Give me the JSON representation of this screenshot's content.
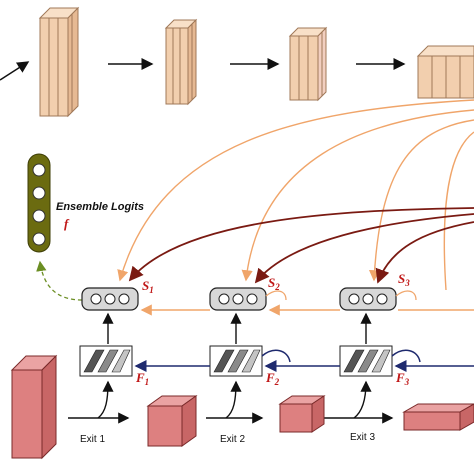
{
  "ensemble": {
    "title": "Ensemble Logits",
    "symbol": "f"
  },
  "aggregators": [
    {
      "symbol": "S",
      "index": "1"
    },
    {
      "symbol": "S",
      "index": "2"
    },
    {
      "symbol": "S",
      "index": "3"
    }
  ],
  "feature_blocks": [
    {
      "symbol": "F",
      "index": "1"
    },
    {
      "symbol": "F",
      "index": "2"
    },
    {
      "symbol": "F",
      "index": "3"
    }
  ],
  "exits": [
    {
      "label": "Exit 1"
    },
    {
      "label": "Exit 2"
    },
    {
      "label": "Exit 3"
    }
  ],
  "colors": {
    "block_face": "#f2cfae",
    "block_side": "#e6b993",
    "block_top": "#f8e0c8",
    "block_stroke": "#a07858",
    "pink_face": "#dd8080",
    "pink_side": "#c86666",
    "pink_top": "#eaa3a3",
    "olive": "#6b6b10",
    "light_orange": "#f0a56a",
    "dark_red": "#7a1a12",
    "navy": "#1f2a6e",
    "label_red": "#c01818",
    "gray_box": "#d8d8d8"
  }
}
